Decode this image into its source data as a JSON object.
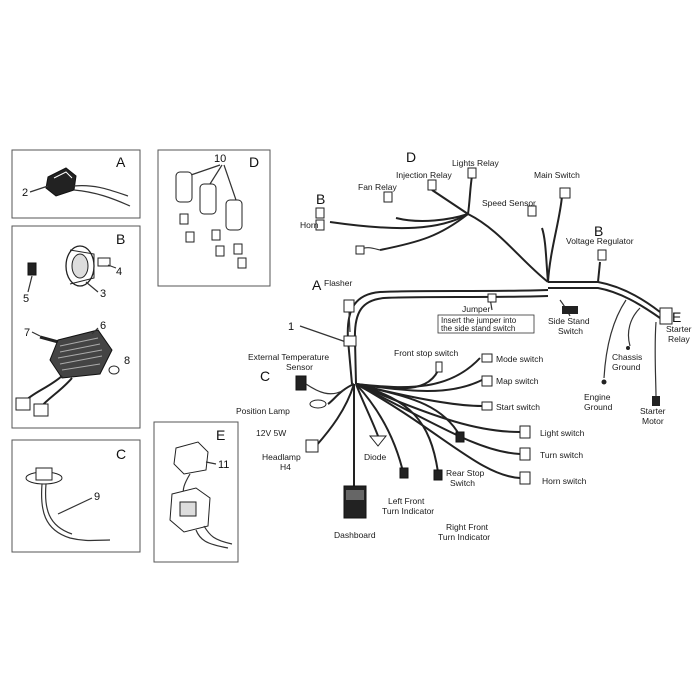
{
  "panels": {
    "A": {
      "letter": "A",
      "parts": [
        "2"
      ]
    },
    "B": {
      "letter": "B",
      "parts": [
        "4",
        "5",
        "3",
        "7",
        "6",
        "8"
      ]
    },
    "C": {
      "letter": "C",
      "parts": [
        "9"
      ]
    },
    "D": {
      "letter": "D",
      "parts": [
        "10"
      ]
    },
    "E": {
      "letter": "E",
      "parts": [
        "11"
      ]
    }
  },
  "main": {
    "labels": {
      "lights_relay": "Lights Relay",
      "injection_relay": "Injection Relay",
      "fan_relay": "Fan Relay",
      "main_switch": "Main Switch",
      "speed_sensor": "Speed Sensor",
      "horn": "Horn",
      "voltage_regulator": "Voltage Regulator",
      "flasher": "Flasher",
      "jumper": "Jumper",
      "jumper_note_1": "Insert the jumper into",
      "jumper_note_2": "the side stand switch",
      "side_stand_switch_1": "Side Stand",
      "side_stand_switch_2": "Switch",
      "starter_relay_1": "Starter",
      "starter_relay_2": "Relay",
      "chassis_ground_1": "Chassis",
      "chassis_ground_2": "Ground",
      "engine_ground_1": "Engine",
      "engine_ground_2": "Ground",
      "starter_motor_1": "Starter",
      "starter_motor_2": "Motor",
      "front_stop_switch": "Front stop switch",
      "mode_switch": "Mode switch",
      "map_switch": "Map switch",
      "start_switch": "Start switch",
      "light_switch": "Light switch",
      "turn_switch": "Turn switch",
      "horn_switch": "Horn switch",
      "ext_temp_1": "External Temperature",
      "ext_temp_2": "Sensor",
      "position_lamp": "Position Lamp",
      "position_lamp_spec": "12V 5W",
      "headlamp_1": "Headlamp",
      "headlamp_2": "H4",
      "diode": "Diode",
      "rear_stop_1": "Rear Stop",
      "rear_stop_2": "Switch",
      "left_front_1": "Left Front",
      "left_front_2": "Turn Indicator",
      "right_front_1": "Right Front",
      "right_front_2": "Turn Indicator",
      "dashboard": "Dashboard"
    },
    "letters": {
      "D": "D",
      "B_top": "B",
      "B_right": "B",
      "A": "A",
      "E": "E",
      "C": "C"
    },
    "callouts": {
      "harness": "1"
    }
  }
}
